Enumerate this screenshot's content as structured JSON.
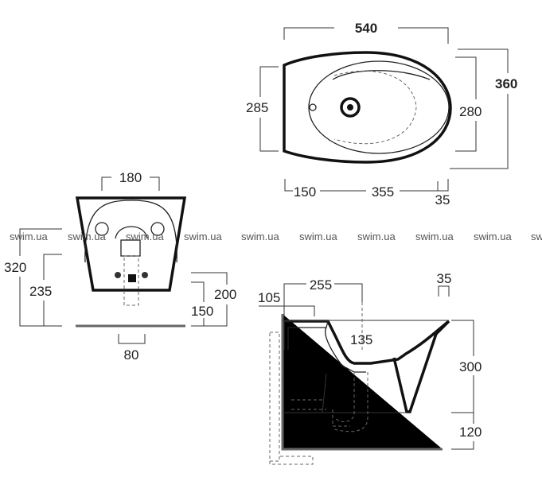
{
  "top_view": {
    "width": "540",
    "depth_total": "360",
    "bowl_depth": "280",
    "left_depth": "285",
    "seg_left": "150",
    "seg_mid": "355",
    "seg_right": "35"
  },
  "front_view": {
    "top_width": "180",
    "total_height": "320",
    "fixing_height": "235",
    "height_200": "200",
    "height_150": "150",
    "drain_width": "80"
  },
  "side_view": {
    "dim_255": "255",
    "dim_105": "105",
    "dim_35": "35",
    "dim_135": "135",
    "bidet_height": "300",
    "floor_gap": "120"
  },
  "watermark": [
    "swim.ua",
    "swim.ua",
    "swim.ua",
    "swim.ua",
    "swim.ua",
    "swim.ua",
    "swim.ua",
    "swim.ua",
    "swim.ua",
    "swim.ua"
  ]
}
